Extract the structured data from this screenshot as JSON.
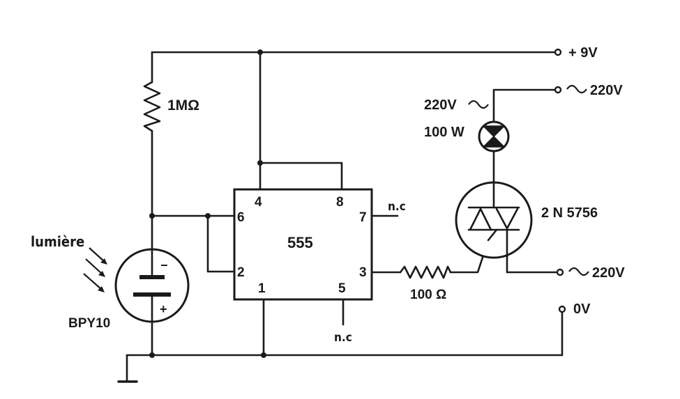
{
  "colors": {
    "ink": "#1a1a1a",
    "background": "#ffffff"
  },
  "rails": {
    "vcc": "+ 9V",
    "ac_top": "220V",
    "ac_bottom": "220V",
    "gnd": "0V",
    "ac_symbol": "~"
  },
  "components": {
    "r1": "1MΩ",
    "r2": "100 Ω",
    "ic": "555",
    "photodiode": "BPY10",
    "light": "lumière",
    "lamp_voltage": "220V",
    "lamp_power": "100 W",
    "triac": "2 N 5756",
    "polarity_minus": "−",
    "polarity_plus": "+"
  },
  "pins": {
    "p1": "1",
    "p2": "2",
    "p3": "3",
    "p4": "4",
    "p5": "5",
    "p6": "6",
    "p7": "7",
    "p8": "8"
  },
  "nc": {
    "pin7": "n.c",
    "pin5": "n.c"
  }
}
